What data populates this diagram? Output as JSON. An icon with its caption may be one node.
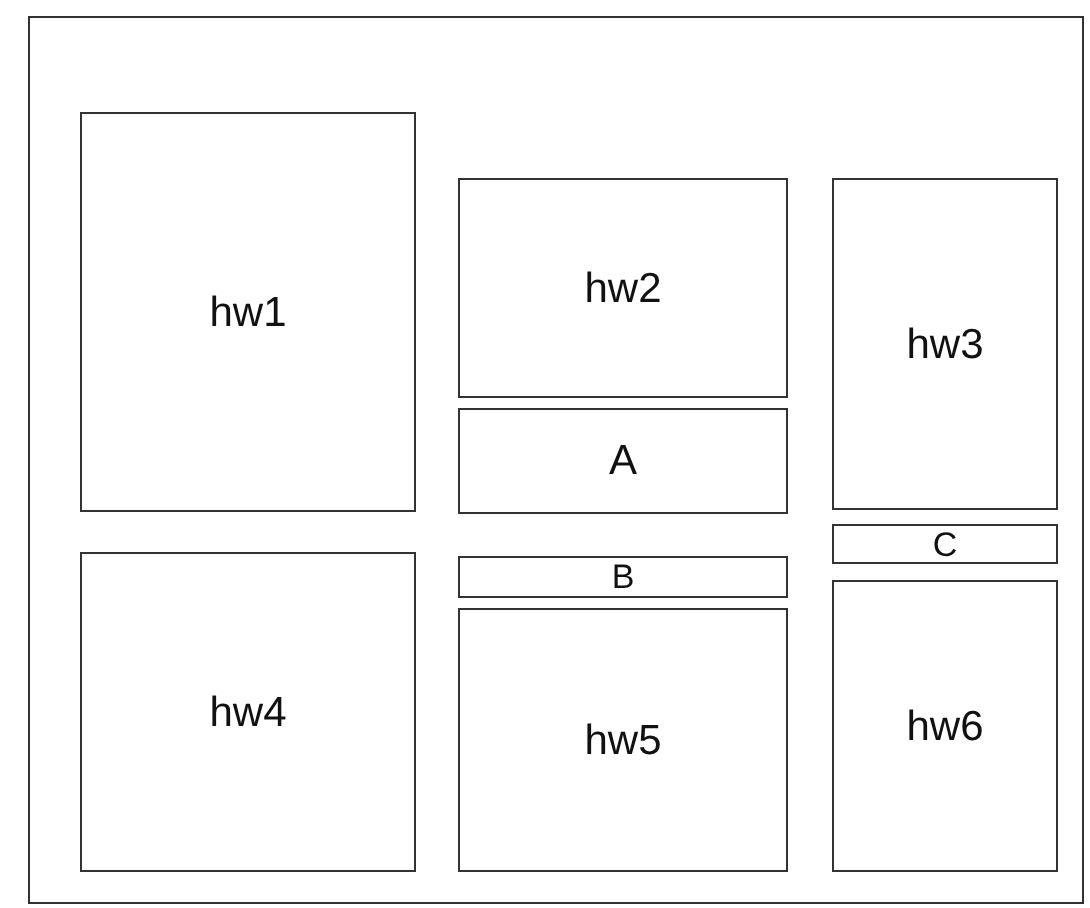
{
  "diagram": {
    "nodes": [
      {
        "text": [],
        "shape": "box"
      },
      {
        "text": [
          "hw1"
        ],
        "in": 0
      },
      {
        "text": [
          "hw2"
        ],
        "in": 0
      },
      {
        "text": [
          "hw3"
        ],
        "in": 0
      },
      {
        "text": [
          "A"
        ],
        "in": 0
      },
      {
        "text": [
          "C"
        ],
        "in": 0
      },
      {
        "text": [
          "B"
        ],
        "in": 0
      },
      {
        "text": [
          "hw4"
        ],
        "in": 0
      },
      {
        "text": [
          "hw5"
        ],
        "in": 0
      },
      {
        "text": [
          "hw6"
        ],
        "in": 0
      }
    ]
  }
}
